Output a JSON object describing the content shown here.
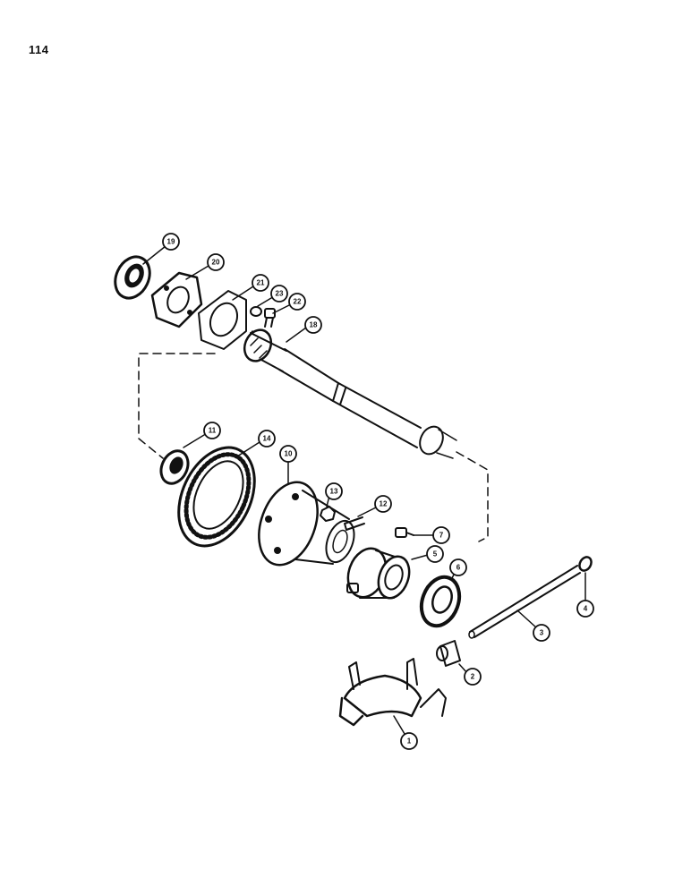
{
  "page": {
    "number": "114"
  },
  "callouts": {
    "c1": "1",
    "c2": "2",
    "c3": "3",
    "c4": "4",
    "c5": "5",
    "c6": "6",
    "c7": "7",
    "c10": "10",
    "c11": "11",
    "c12": "12",
    "c13": "13",
    "c14": "14",
    "c18": "18",
    "c19": "19",
    "c20": "20",
    "c21": "21",
    "c22": "22",
    "c23": "23"
  },
  "colors": {
    "ink": "#111111",
    "paper": "#ffffff"
  }
}
